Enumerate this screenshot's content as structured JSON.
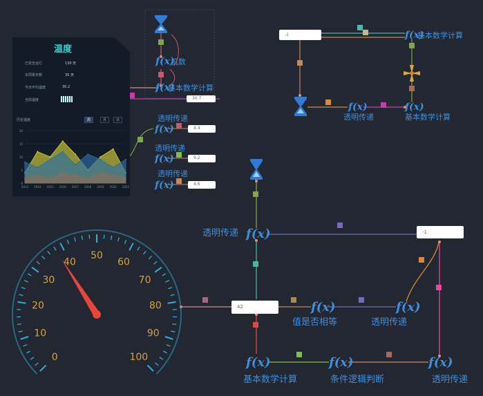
{
  "colors": {
    "background": "#222731",
    "accent": "#3d8fe0",
    "panel": "#121b27"
  },
  "panel": {
    "title": "温度",
    "rows": [
      {
        "label": "已安全运行",
        "value": "130 天"
      },
      {
        "label": "本周累天数",
        "value": "35 天"
      },
      {
        "label": "今日平均温度",
        "value": "30.2"
      },
      {
        "label": "当前温度",
        "value": ""
      }
    ],
    "history_label": "历史温度",
    "segments": [
      "周",
      "月",
      "日"
    ]
  },
  "chart_data": {
    "type": "area",
    "x": [
      "2013",
      "2014",
      "2015",
      "2016",
      "2017",
      "2018",
      "2019",
      "2020",
      "2021"
    ],
    "yticks": [
      "0",
      "5",
      "10",
      "15",
      "20"
    ],
    "ylim": [
      0,
      20
    ],
    "series": [
      {
        "color": "#d4cf3a",
        "values": [
          4,
          12,
          10,
          16,
          11,
          5,
          10,
          13,
          4
        ]
      },
      {
        "color": "#2a6fa8",
        "values": [
          8,
          6,
          9,
          12,
          7,
          11,
          9,
          6,
          9
        ]
      },
      {
        "color": "#8a6d5a",
        "values": [
          2,
          3,
          2,
          4,
          3,
          2,
          4,
          3,
          2
        ]
      }
    ]
  },
  "gauge": {
    "ticks": [
      "0",
      "10",
      "20",
      "30",
      "40",
      "50",
      "60",
      "70",
      "80",
      "90",
      "100"
    ],
    "value": 38
  },
  "nodes": {
    "fx_random": {
      "label": "机数"
    },
    "fx_math1": {
      "label": "基本数学计算"
    },
    "box_current": {
      "value": "30.7"
    },
    "passes": [
      {
        "label": "透明传递",
        "box": "4.4"
      },
      {
        "label": "透明传递",
        "box": "9.2"
      },
      {
        "label": "透明传递",
        "box": "4.6"
      }
    ],
    "top_box": {
      "value": "-1"
    },
    "top_math": {
      "label": "基本数学计算"
    },
    "top_pass": {
      "label": "透明传递"
    },
    "top_math2": {
      "label": "基本数学计算"
    },
    "main_pass": {
      "label": "透明传递"
    },
    "main_box_right": {
      "value": "-1"
    },
    "main_box_left": {
      "value": "42"
    },
    "eq": {
      "label": "值是否相等"
    },
    "pass2": {
      "label": "透明传递"
    },
    "math_bottom": {
      "label": "基本数学计算"
    },
    "cond": {
      "label": "条件逻辑判断"
    },
    "pass3": {
      "label": "透明传递"
    }
  },
  "fx_symbol": "f(x)",
  "edge_tags": [
    "c",
    "s",
    "x",
    "s",
    "x",
    "s",
    "x",
    "x",
    "s",
    "x",
    "x",
    "s",
    "x",
    "x",
    "x",
    "x",
    "x",
    "x",
    "x",
    "x"
  ]
}
